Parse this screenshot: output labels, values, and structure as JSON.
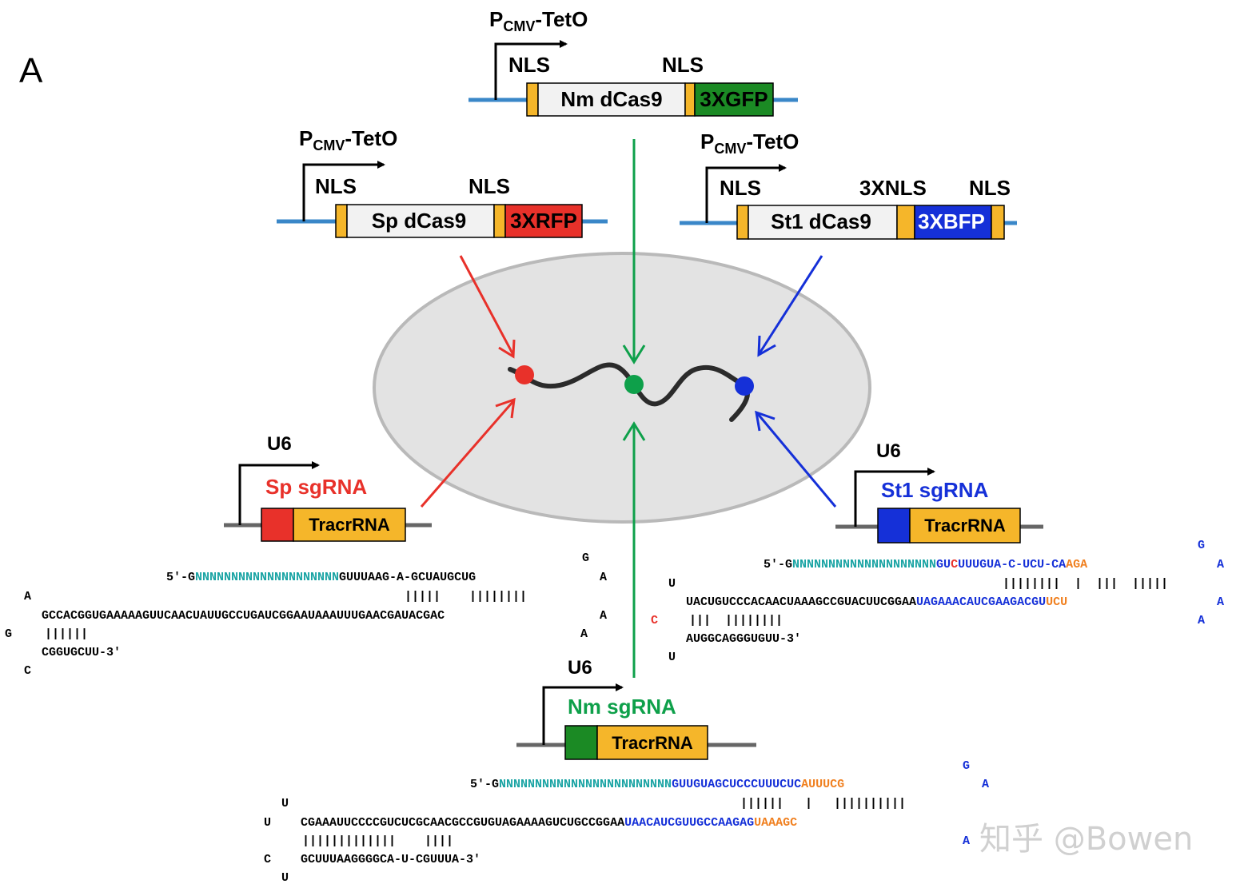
{
  "panel_label": "A",
  "colors": {
    "sp": "#e8312a",
    "nm": "#0ea04a",
    "st1": "#1530d8",
    "nls": "#f5b62a",
    "backbone": "#3a87c8",
    "dna": "#2b2b2b",
    "guide": "#1aa4a4",
    "orange": "#f08020",
    "nucleus_fill": "#e3e3e3",
    "nucleus_stroke": "#b9b9b9"
  },
  "constructs": {
    "nm": {
      "promoter_main": "P",
      "promoter_sub": "CMV",
      "promoter_rest": "-TetO",
      "nls1": "NLS",
      "nls2": "NLS",
      "protein": "Nm dCas9",
      "tag": "3XGFP"
    },
    "sp": {
      "promoter_main": "P",
      "promoter_sub": "CMV",
      "promoter_rest": "-TetO",
      "nls1": "NLS",
      "nls2": "NLS",
      "protein": "Sp dCas9",
      "tag": "3XRFP"
    },
    "st1": {
      "promoter_main": "P",
      "promoter_sub": "CMV",
      "promoter_rest": "-TetO",
      "nls1": "NLS",
      "nls2": "3XNLS",
      "nls3": "NLS",
      "protein": "St1 dCas9",
      "tag": "3XBFP"
    }
  },
  "sgrnas": {
    "sp": {
      "promoter": "U6",
      "name": "Sp sgRNA",
      "tracr": "TracrRNA",
      "l1_pre": "5′-G",
      "l1_guide": "NNNNNNNNNNNNNNNNNNNN",
      "l1_rest": "GUUUAAG-A-GCUAUGCUG",
      "pairs1": "|||||    ||||||||",
      "l2": "GCCACGGUGAAAAAGUUCAACUAUUGCCUGAUCGGAAUAAAUUUGAACGAUACGAC",
      "pairs2": "||||||",
      "l3": "CGGUGCUU-3′",
      "loop_top": "G",
      "loop_a1": "A",
      "loop_a2": "A",
      "loop_a3": "A",
      "left_a": "A",
      "left_g": "G",
      "left_c": "C"
    },
    "st1": {
      "promoter": "U6",
      "name": "St1 sgRNA",
      "tracr": "TracrRNA",
      "l1_pre": "5′-G",
      "l1_guide": "NNNNNNNNNNNNNNNNNNNN",
      "l1_b1": "GU",
      "l1_c": "C",
      "l1_b2": "UUUGUA-C-UCU-CA",
      "l1_o": "AGA",
      "pairs1": "||||||||  |  |||  |||||",
      "l2_k": "UACUGUCCCACAACUAAAGCCGUACUUCGGAA",
      "l2_b": "UAGAAACAUCGAAGACGU",
      "l2_o": "UCU",
      "pairs2": "|||  ||||||||",
      "l3": "AUGGCAGGGUGUU-3′",
      "u_top": "U",
      "c_red": "C",
      "u_bot": "U",
      "loop_g": "G",
      "loop_a1": "A",
      "loop_a2": "A",
      "loop_a3": "A"
    },
    "nm": {
      "promoter": "U6",
      "name": "Nm sgRNA",
      "tracr": "TracrRNA",
      "l1_pre": "5′-G",
      "l1_guide": "NNNNNNNNNNNNNNNNNNNNNNNN",
      "l1_b": "GUUGUAGCUCCCUUUCUC",
      "l1_o": "AUUUCG",
      "pairs1": "||||||   |   ||||||||||",
      "l2_k": "CGAAAUUCCCCGUCUCGCAACGCCGUGUAGAAAAGUCUGCCGGAA",
      "l2_b": "UAACAUCGUUGCCAAGAG",
      "l2_o": "UAAAGC",
      "pairs2": "|||||||||||||    ||||",
      "l3": "GCUUUAAGGGGCA-U-CGUUUA-3′",
      "u1": "U",
      "u2": "U",
      "c1": "C",
      "u3": "U",
      "loop_g": "G",
      "loop_a1": "A",
      "loop_a2": "A"
    }
  },
  "watermark": "知乎 @Bowen"
}
